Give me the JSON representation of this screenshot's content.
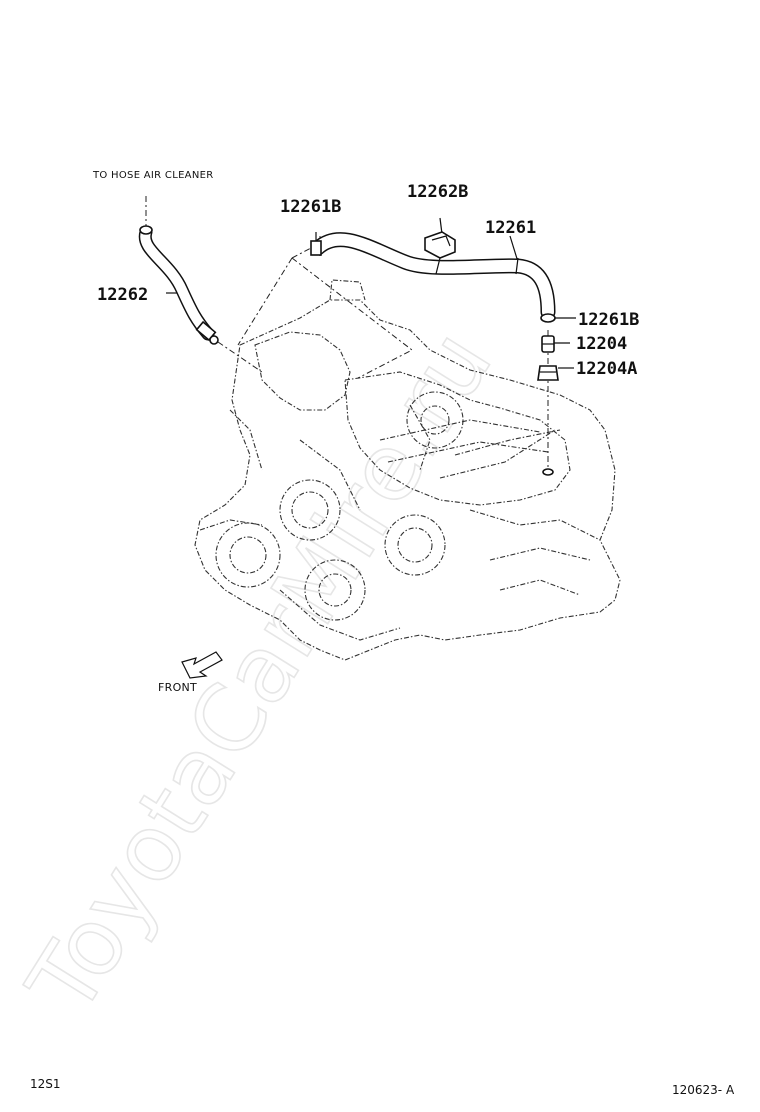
{
  "watermark": "ToyotaCarMire.ru",
  "note_air_cleaner": "TO HOSE AIR CLEANER",
  "direction_label": "FRONT",
  "parts": {
    "hose_air_cleaner": "12262",
    "clamp_left": "12261B",
    "clamp_hose": "12262B",
    "hose_main": "12261",
    "clamp_right": "12261B",
    "pcv_valve": "12204",
    "grommet": "12204A"
  },
  "footer": {
    "section_code": "12S1",
    "figure_code": "120623- A"
  }
}
